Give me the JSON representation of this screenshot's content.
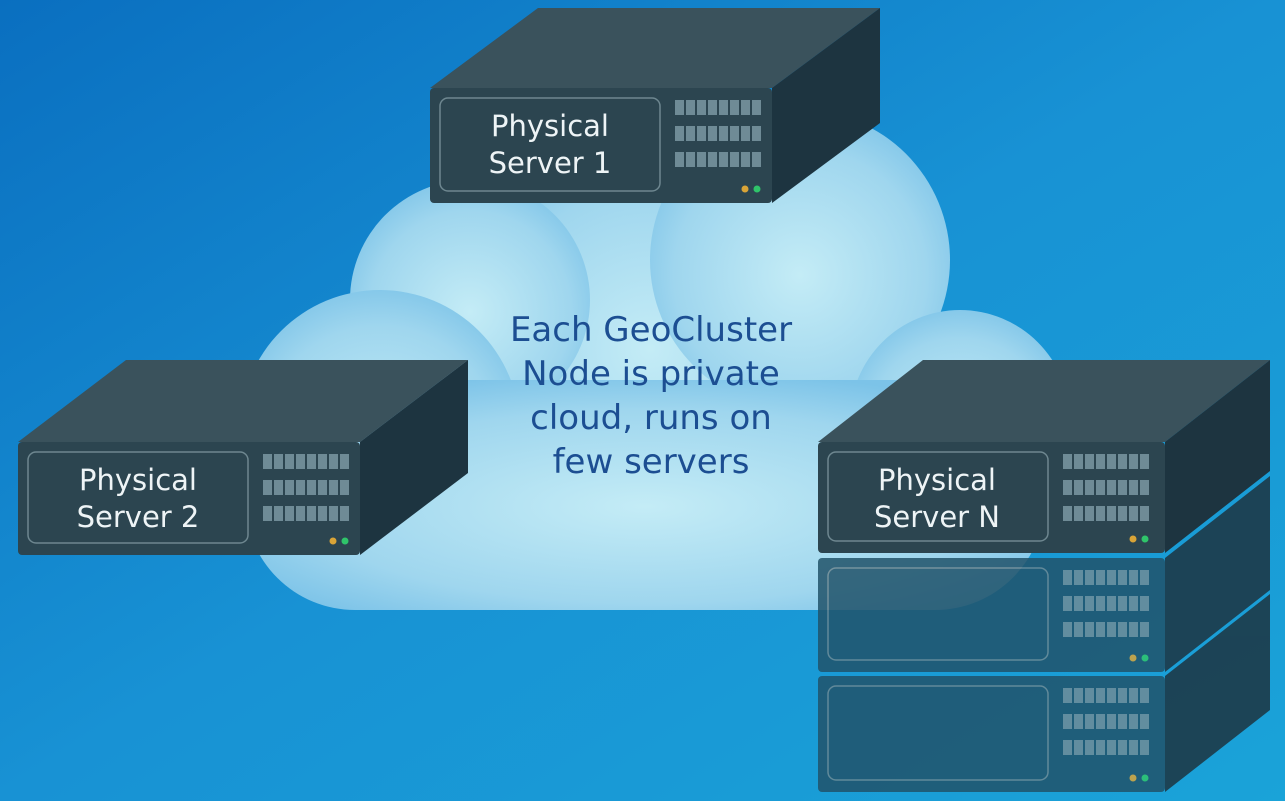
{
  "caption": {
    "lines": [
      "Each GeoCluster",
      "Node is private",
      "cloud, runs on",
      "few servers"
    ]
  },
  "servers": [
    {
      "name": "Physical Server 1",
      "lines": [
        "Physical",
        "Server 1"
      ]
    },
    {
      "name": "Physical Server 2",
      "lines": [
        "Physical",
        "Server 2"
      ]
    },
    {
      "name": "Physical Server N",
      "lines": [
        "Physical",
        "Server N"
      ]
    }
  ],
  "colors": {
    "background": "#1289d0",
    "cloud": "#a9dcef",
    "server_front": "#2c4550",
    "server_top": "#3a525c",
    "server_side": "#1d3440",
    "caption": "#1c4e92",
    "led_amber": "#d9a437",
    "led_green": "#2fc46a"
  }
}
